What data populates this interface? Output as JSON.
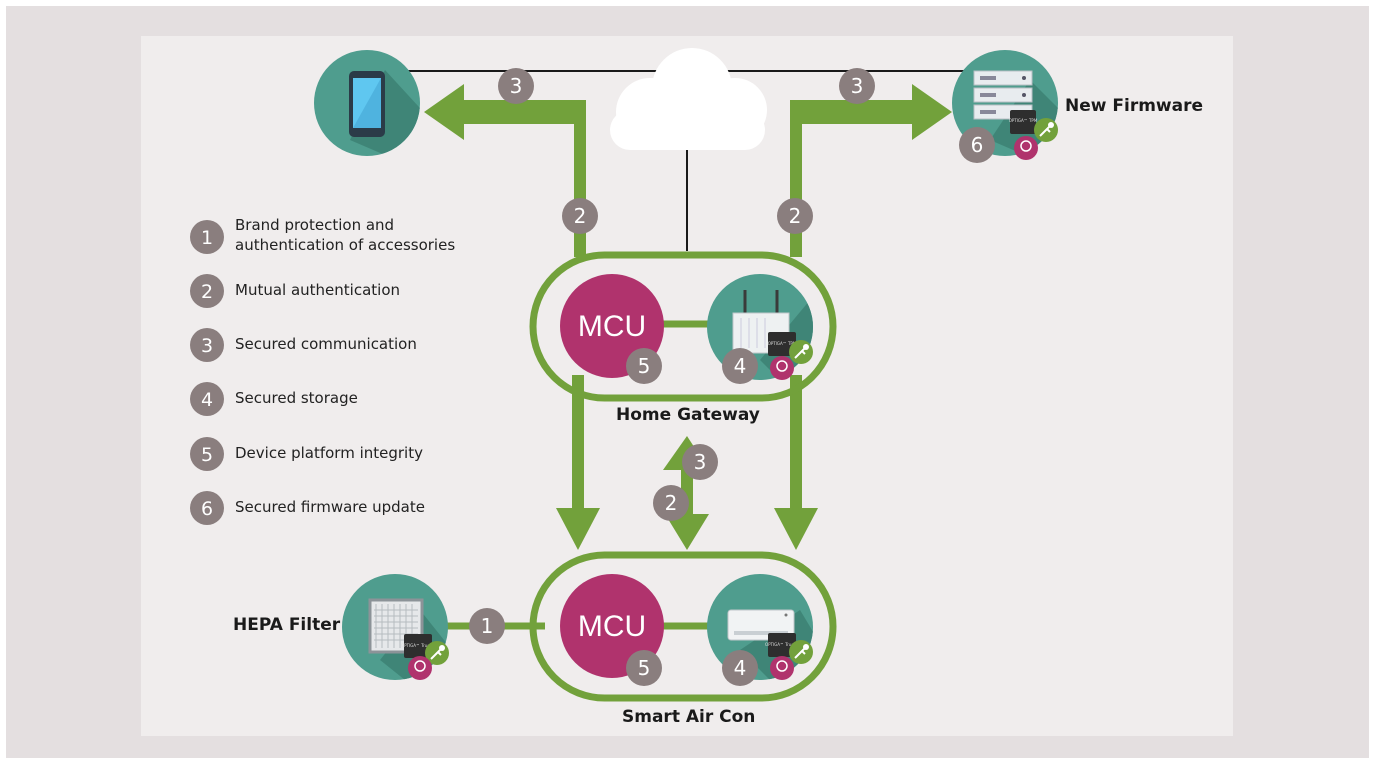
{
  "labels": {
    "new_firmware": "New Firmware",
    "home_gateway": "Home Gateway",
    "smart_air_con": "Smart Air Con",
    "hepa_filter": "HEPA Filter",
    "mcu_gateway": "MCU",
    "mcu_aircon": "MCU"
  },
  "legend": [
    {
      "num": "1",
      "text_line1": "Brand protection and",
      "text_line2": "authentication of accessories"
    },
    {
      "num": "2",
      "text_line1": "Mutual authentication",
      "text_line2": ""
    },
    {
      "num": "3",
      "text_line1": "Secured communication",
      "text_line2": ""
    },
    {
      "num": "4",
      "text_line1": "Secured storage",
      "text_line2": ""
    },
    {
      "num": "5",
      "text_line1": "Device platform integrity",
      "text_line2": ""
    },
    {
      "num": "6",
      "text_line1": "Secured firmware update",
      "text_line2": ""
    }
  ],
  "chip_labels": {
    "tpm": "OPTIGA™ TPM",
    "trust_b": "OPTIGA™ Trust B"
  },
  "colors": {
    "green": "#72a13b",
    "teal": "#4f9d8e",
    "magenta": "#b0336d",
    "bubble": "#8a7e7e",
    "panel": "#f0eded",
    "background": "#e4dfe0"
  },
  "icons": [
    "smartphone-icon",
    "cloud-icon",
    "server-icon",
    "router-icon",
    "air-conditioner-icon",
    "hepa-filter-icon",
    "chip-icon",
    "key-icon",
    "certificate-icon"
  ]
}
